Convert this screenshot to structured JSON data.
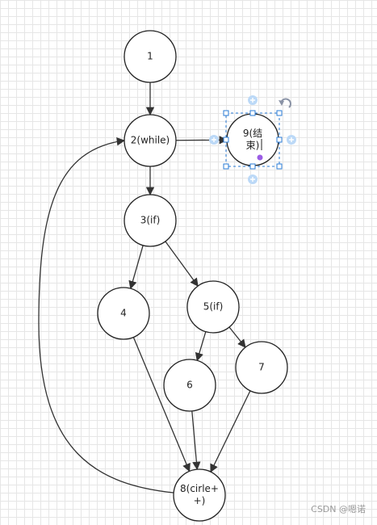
{
  "diagram": {
    "nodes": [
      {
        "id": "n1",
        "lines": [
          "1"
        ]
      },
      {
        "id": "n2",
        "lines": [
          "2(while)"
        ]
      },
      {
        "id": "n3",
        "lines": [
          "3(if)"
        ]
      },
      {
        "id": "n4",
        "lines": [
          "4"
        ]
      },
      {
        "id": "n5",
        "lines": [
          "5(if)"
        ]
      },
      {
        "id": "n6",
        "lines": [
          "6"
        ]
      },
      {
        "id": "n7",
        "lines": [
          "7"
        ]
      },
      {
        "id": "n8",
        "lines": [
          "8(cirle+",
          "+)"
        ]
      },
      {
        "id": "n9",
        "lines": [
          "9(结",
          "束)"
        ]
      }
    ],
    "edges": [
      {
        "from": "n1",
        "to": "n2"
      },
      {
        "from": "n2",
        "to": "n9"
      },
      {
        "from": "n2",
        "to": "n3"
      },
      {
        "from": "n3",
        "to": "n4"
      },
      {
        "from": "n3",
        "to": "n5"
      },
      {
        "from": "n5",
        "to": "n6"
      },
      {
        "from": "n5",
        "to": "n7"
      },
      {
        "from": "n4",
        "to": "n8"
      },
      {
        "from": "n6",
        "to": "n8"
      },
      {
        "from": "n7",
        "to": "n8"
      },
      {
        "from": "n8",
        "to": "n2"
      }
    ],
    "selected_node": "n9"
  },
  "colors": {
    "node_stroke": "#222222",
    "edge": "#333333",
    "selection": "#2a7bd5",
    "handle_fill": "#bcd9f7",
    "rotate": "#8a93a6",
    "cursor_dot": "#9b5de5"
  },
  "icons": {
    "rotate": "rotate-icon"
  },
  "watermark": "CSDN @嗯诺"
}
